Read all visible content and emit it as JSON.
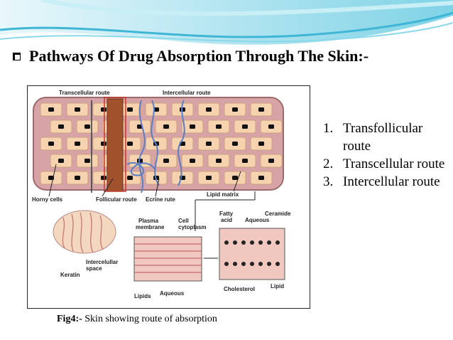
{
  "slide": {
    "title": "Pathways Of Drug Absorption Through The Skin:-",
    "title_bullet_icon": "square-bullet-icon",
    "routes": [
      {
        "number": "1.",
        "label": "Transfollicular route"
      },
      {
        "number": "2.",
        "label": "Transcellular route"
      },
      {
        "number": "3.",
        "label": "Intercellular route"
      }
    ],
    "caption": {
      "prefix": "Fig4:-",
      "text": " Skin showing route of absorption"
    }
  },
  "figure": {
    "labels": {
      "transcellular": "Transcellular route",
      "intercellular": "Intercellular route",
      "horny_cells": "Horny cells",
      "follicular": "Follicular route",
      "ecrine": "Ecrine rute",
      "lipid_matrix": "Lipid matrix",
      "plasma1": "Plasma",
      "plasma2": "membrane",
      "cell1": "Cell",
      "cell2": "cytoplasm",
      "fatty1": "Fatty",
      "fatty2": "acid",
      "ceramide": "Ceramide",
      "aqueous_top": "Aqueous",
      "intercellular_space1": "Intercelullar",
      "intercellular_space2": "space",
      "keratin": "Keratin",
      "lipids": "Lipids",
      "aqueous_bottom": "Aqueous",
      "cholesterol": "Cholesterol",
      "lipid": "Lipid"
    }
  },
  "colors": {
    "banner": "#5bc8e0",
    "skin_bg": "#d7a3a6",
    "cell": "#f7d2ae",
    "follicle": "#a0522d",
    "route_line": "#5b7ec4"
  }
}
